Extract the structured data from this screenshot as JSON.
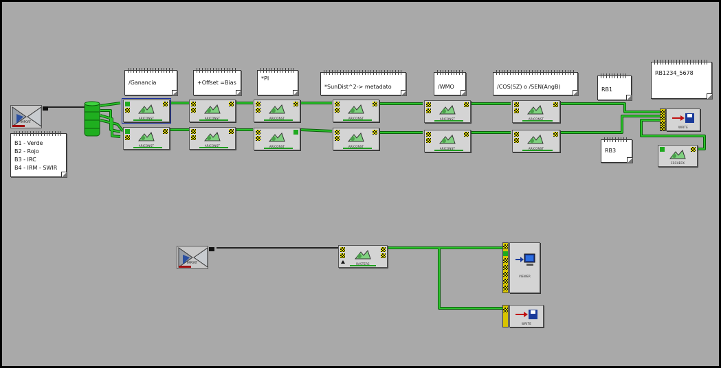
{
  "notes": {
    "bands": [
      "B1 - Verde",
      "B2 - Rojo",
      "B3 - IRC",
      "B4 - IRM - SWIR"
    ],
    "ganancia": "/Ganancia",
    "offset_bias": "+Offset =Bias",
    "pi": "*PI",
    "sundist": "*SunDist^2-> metadato",
    "wmo": "/WMO",
    "cos": "/COS(SZ) o /SEN(AngB)",
    "rb1": "RB1",
    "rb3": "RB3",
    "rb1234": "RB1234_5678"
  },
  "modules": {
    "aricons": "ARICONST",
    "write": "WRITE",
    "cscheck": "CSCHECK",
    "import": "IMPORT",
    "rasters": "RASTERS",
    "viewer": "VIEWER"
  },
  "colors": {
    "background": "#a9a9a9",
    "wire": "#22a822",
    "wire_outline": "#0b5e0b",
    "port": "#e6e000"
  }
}
